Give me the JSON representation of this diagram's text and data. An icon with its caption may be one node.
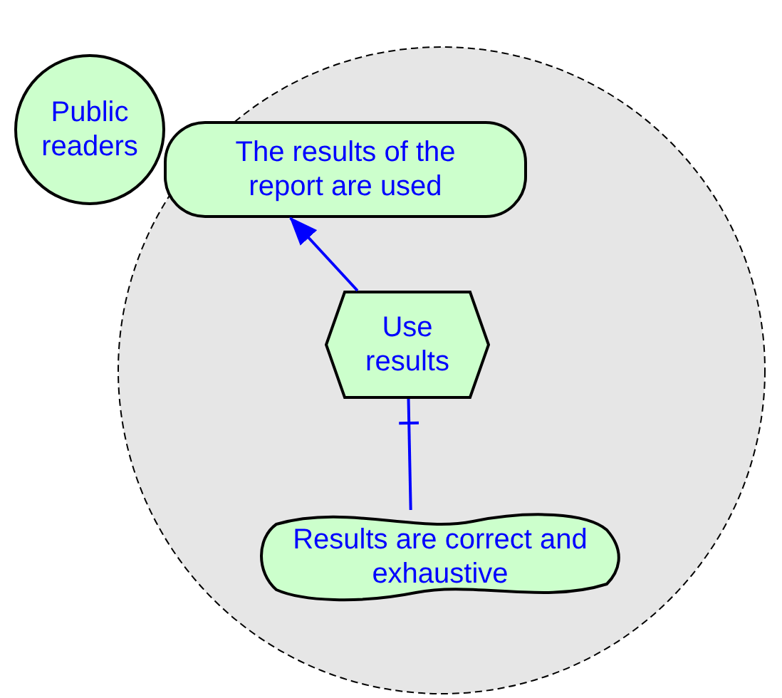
{
  "diagram": {
    "nodes": [
      {
        "text": [],
        "shape": "circle"
      },
      {
        "text": [
          "Public readers"
        ]
      },
      {
        "text": [
          "The results of the report are used"
        ],
        "in": 0
      },
      {
        "text": [
          "Use results"
        ],
        "in": 0
      },
      {
        "text": [
          "Results are correct and exhaustive"
        ],
        "in": 0
      }
    ],
    "edges": [
      {
        "from": 3,
        "to": 2,
        "arrow": "to"
      },
      {
        "from": 4,
        "to": 3,
        "arrow": "other"
      }
    ]
  }
}
